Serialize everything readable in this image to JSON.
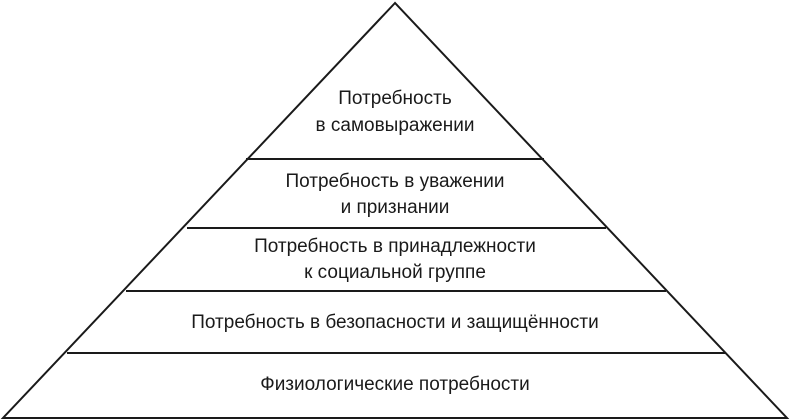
{
  "diagram": {
    "type": "pyramid",
    "levels": [
      {
        "lines": [
          "Потребность",
          "в самовыражении"
        ]
      },
      {
        "lines": [
          "Потребность в уважении",
          "и признании"
        ]
      },
      {
        "lines": [
          "Потребность в принадлежности",
          "к социальной группе"
        ]
      },
      {
        "lines": [
          "Потребность в безопасности и защищённости"
        ]
      },
      {
        "lines": [
          "Физиологические потребности"
        ]
      }
    ],
    "colors": {
      "stroke": "#1a1a1a",
      "fill": "#ffffff",
      "text": "#1a1a1a"
    }
  }
}
